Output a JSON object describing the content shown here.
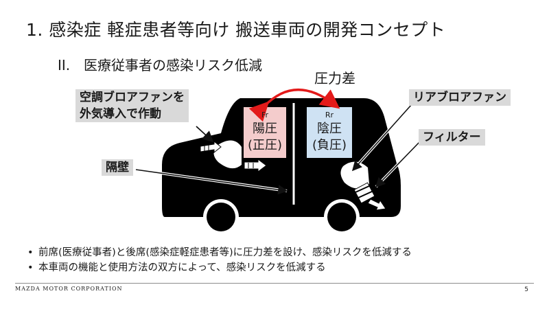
{
  "slide": {
    "title": "1. 感染症 軽症患者等向け 搬送車両の開発コンセプト",
    "subtitle_num": "II.",
    "subtitle_text": "医療従事者の感染リスク低減"
  },
  "diagram": {
    "pressure_label": "圧力差",
    "front_fan_label_line1": "空調ブロアファンを",
    "front_fan_label_line2": "外気導入で作動",
    "bulkhead_label": "隔壁",
    "rear_fan_label": "リアブロアファン",
    "filter_label": "フィルター",
    "front_cabin": {
      "tag": "Fr",
      "line1": "陽圧",
      "line2": "(正圧)"
    },
    "rear_cabin": {
      "tag": "Rr",
      "line1": "陰圧",
      "line2": "(負圧)"
    }
  },
  "bullets": [
    "前席(医療従事者)と後席(感染症軽症患者等)に圧力差を設け、感染リスクを低減する",
    "本車両の機能と使用方法の双方によって、感染リスクを低減する"
  ],
  "footer": {
    "company": "MAZDA MOTOR CORPORATION",
    "page": "5"
  },
  "colors": {
    "car_body": "#000000",
    "front_cabin_fill": "#f4cccc",
    "rear_cabin_fill": "#cfe2f3",
    "pressure_arrow": "#e31a1a",
    "label_box": "#d9d9d9"
  }
}
